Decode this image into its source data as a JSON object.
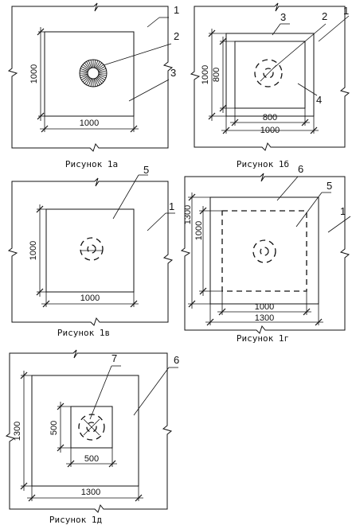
{
  "figures": [
    {
      "caption": "Рисунок 1а",
      "dim_h": "1000",
      "dim_v": "1000",
      "labels": [
        "1",
        "2",
        "3"
      ]
    },
    {
      "caption": "Рисунок 1б",
      "dim_h_outer": "1000",
      "dim_h_inner": "800",
      "dim_v_outer": "1000",
      "dim_v_inner": "800",
      "labels": [
        "1",
        "2",
        "3",
        "4"
      ]
    },
    {
      "caption": "Рисунок 1в",
      "dim_h": "1000",
      "dim_v": "1000",
      "labels": [
        "1",
        "5"
      ]
    },
    {
      "caption": "Рисунок 1г",
      "dim_h_inner": "1000",
      "dim_h_outer": "1300",
      "dim_v_outer": "1300",
      "dim_v_inner": "1000",
      "labels": [
        "1",
        "5",
        "6"
      ]
    },
    {
      "caption": "Рисунок 1д",
      "dim_h_inner": "500",
      "dim_h_outer": "1300",
      "dim_v_outer": "1300",
      "dim_v_inner": "500",
      "labels": [
        "6",
        "7"
      ]
    }
  ]
}
